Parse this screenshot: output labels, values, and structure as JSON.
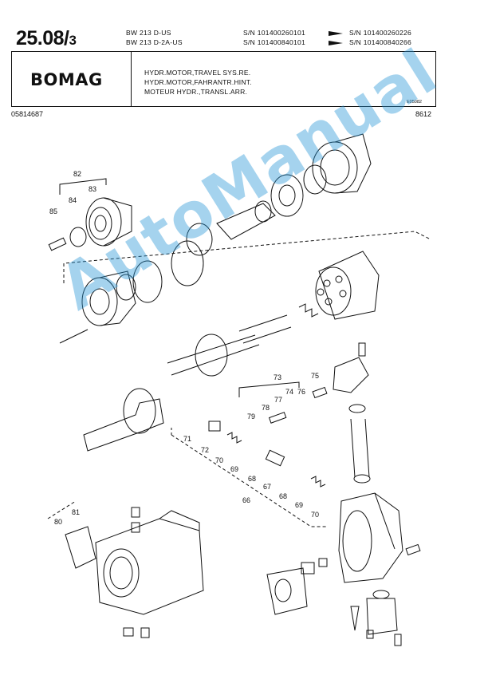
{
  "page": {
    "number": "25.08/",
    "sub": "3"
  },
  "models": [
    "BW 213 D-US",
    "BW 213 D-2A-US"
  ],
  "serial_ranges": [
    {
      "from": "S/N 101400260101",
      "to": "S/N 101400260226"
    },
    {
      "from": "S/N 101400840101",
      "to": "S/N 101400840266"
    }
  ],
  "brand": "BOMAG",
  "titles": [
    "HYDR.MOTOR,TRAVEL SYS.RE.",
    "HYDR.MOTOR,FAHRANTR.HINT.",
    "MOTEUR HYDR.,TRANSL.ARR."
  ],
  "drawing_code": "E05082",
  "part_number": "05814687",
  "date_code": "8612",
  "callouts": [
    "82",
    "83",
    "84",
    "85",
    "73",
    "74",
    "75",
    "76",
    "77",
    "78",
    "79",
    "71",
    "72",
    "70",
    "69",
    "68",
    "67",
    "68",
    "69",
    "70",
    "66",
    "80",
    "81"
  ],
  "watermark": "AutoManual"
}
